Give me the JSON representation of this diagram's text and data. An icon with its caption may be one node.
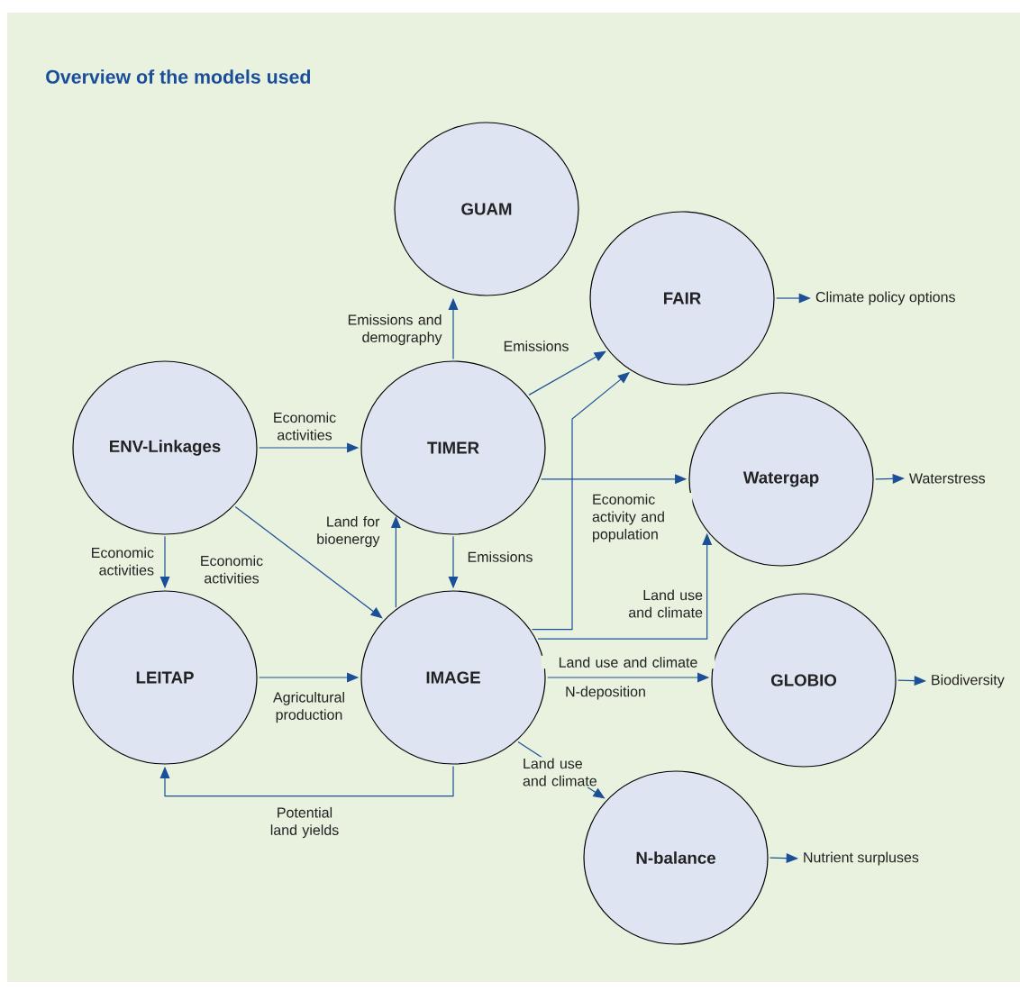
{
  "diagram": {
    "title": "Overview of the models used",
    "nodes": [
      {
        "text": [
          "GUAM"
        ]
      },
      {
        "text": [
          "FAIR"
        ]
      },
      {
        "text": [
          "ENV-Linkages"
        ]
      },
      {
        "text": [
          "TIMER"
        ]
      },
      {
        "text": [
          "Watergap"
        ]
      },
      {
        "text": [
          "LEITAP"
        ]
      },
      {
        "text": [
          "IMAGE"
        ]
      },
      {
        "text": [
          "GLOBIO"
        ]
      },
      {
        "text": [
          "N-balance"
        ]
      },
      {
        "text": [
          "Climate policy options"
        ]
      },
      {
        "text": [
          "Waterstress"
        ]
      },
      {
        "text": [
          "Biodiversity"
        ]
      },
      {
        "text": [
          "Nutrient surpluses"
        ]
      }
    ],
    "edges": [
      {
        "from": 3,
        "to": 0,
        "arrow": "to",
        "label": "Emissions and demography"
      },
      {
        "from": 3,
        "to": 1,
        "arrow": "to",
        "label": "Emissions"
      },
      {
        "from": 6,
        "to": 1,
        "arrow": "to"
      },
      {
        "from": 2,
        "to": 3,
        "arrow": "to",
        "label": "Economic activities"
      },
      {
        "from": 3,
        "to": 4,
        "arrow": "to",
        "label": "Economic activity and population"
      },
      {
        "from": 2,
        "to": 5,
        "arrow": "to",
        "label": "Economic activities"
      },
      {
        "from": 2,
        "to": 6,
        "arrow": "to",
        "label": "Economic activities"
      },
      {
        "from": 6,
        "to": 3,
        "arrow": "to",
        "label": "Land for bioenergy"
      },
      {
        "from": 3,
        "to": 6,
        "arrow": "to",
        "label": "Emissions"
      },
      {
        "from": 6,
        "to": 4,
        "arrow": "to",
        "label": "Land use and climate"
      },
      {
        "from": 6,
        "to": 7,
        "arrow": "to",
        "label": "Land use and climate"
      },
      {
        "from": 5,
        "to": 6,
        "arrow": "to",
        "label": "Agricultural production"
      },
      {
        "from": 6,
        "to": 5,
        "arrow": "to",
        "label": "Potential land yields"
      },
      {
        "from": 6,
        "to": 8,
        "arrow": "to",
        "label": "Land use and climate"
      },
      {
        "from": 1,
        "to": 9,
        "arrow": "to"
      },
      {
        "from": 4,
        "to": 10,
        "arrow": "to"
      },
      {
        "from": 7,
        "to": 11,
        "arrow": "to"
      },
      {
        "from": 8,
        "to": 12,
        "arrow": "to"
      }
    ],
    "labels": [
      "N-deposition"
    ]
  }
}
